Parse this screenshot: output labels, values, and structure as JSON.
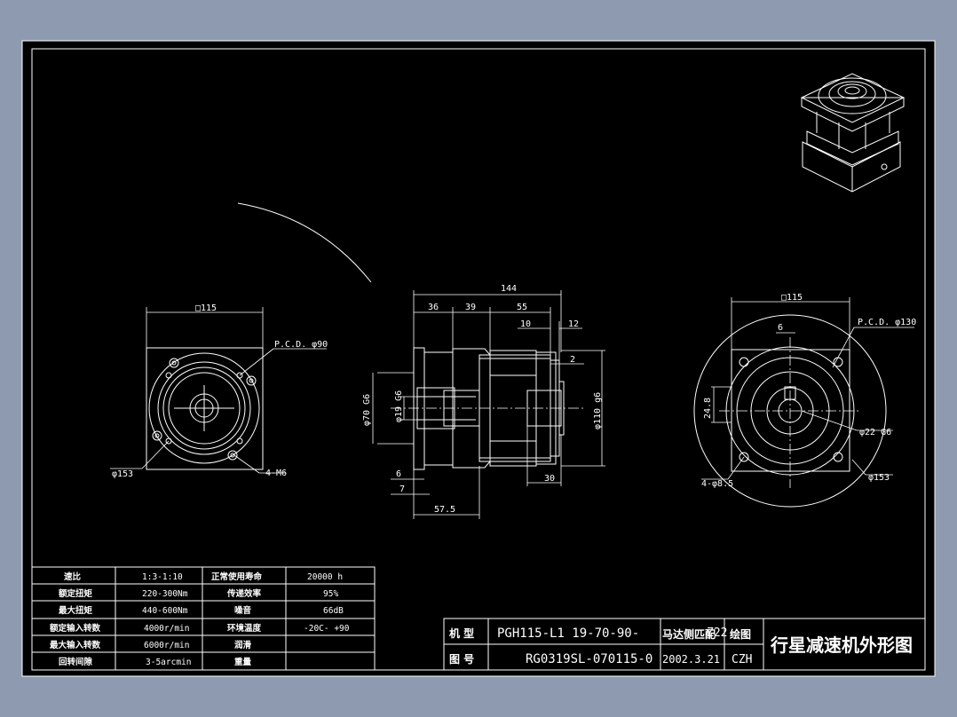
{
  "dimensions": {
    "left_square": "□115",
    "left_pcd": "P.C.D. φ90",
    "left_dia": "φ153",
    "left_holes": "4-M6",
    "side_total": "144",
    "side_36": "36",
    "side_39": "39",
    "side_55": "55",
    "side_10": "10",
    "side_12": "12",
    "side_2": "2",
    "side_70": "φ70 G6",
    "side_19": "φ19 G6",
    "side_110": "φ110 g6",
    "side_6": "6",
    "side_7": "7",
    "side_575": "57.5",
    "side_30": "30",
    "right_square": "□115",
    "right_pcd": "P.C.D. φ130",
    "right_6": "6",
    "right_248": "24.8",
    "right_22": "φ22 G6",
    "right_153": "φ153",
    "right_holes": "4-φ8.5"
  },
  "spec_table": {
    "rows": [
      [
        "速比",
        "1:3-1:10",
        "正常使用寿命",
        "20000 h"
      ],
      [
        "额定扭矩",
        "220-300Nm",
        "传递效率",
        "95%"
      ],
      [
        "最大扭矩",
        "440-600Nm",
        "噪音",
        "66dB"
      ],
      [
        "额定输入转数",
        "4000r/min",
        "环境温度",
        "-20C- +90"
      ],
      [
        "最大输入转数",
        "6000r/min",
        "润滑",
        ""
      ],
      [
        "回转间隙",
        "3-5arcmin",
        "重量",
        ""
      ]
    ]
  },
  "title_block": {
    "model_label": "机 型",
    "model_value": "PGH115-L1 19-70-90-",
    "motor_label": "马达侧匹配",
    "motor_value": "Z22",
    "drawn_label": "绘图",
    "drawing_no_label": "图 号",
    "drawing_no_value": "RG0319SL-070115-0",
    "date": "2002.3.21",
    "drafter": "CZH",
    "title": "行星减速机外形图"
  }
}
